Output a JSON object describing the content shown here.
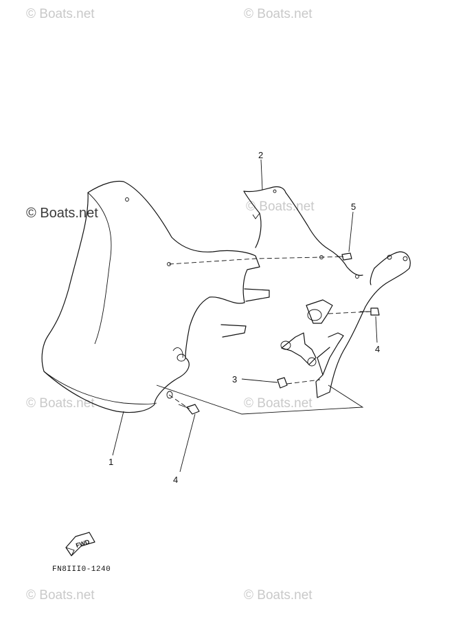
{
  "watermarks": {
    "top_left": "© Boats.net",
    "top_right": "© Boats.net",
    "upper_left": "© Boats.net",
    "upper_right": "© Boats.net",
    "mid_left": "© Boats.net",
    "mid_right": "© Boats.net",
    "bottom_left": "© Boats.net",
    "bottom_right": "© Boats.net"
  },
  "callouts": {
    "part_1": "1",
    "part_2": "2",
    "part_3": "3",
    "part_4_left": "4",
    "part_4_right": "4",
    "part_5": "5"
  },
  "fwd_label": "FWD",
  "figure_code": "FN8III0-1240"
}
